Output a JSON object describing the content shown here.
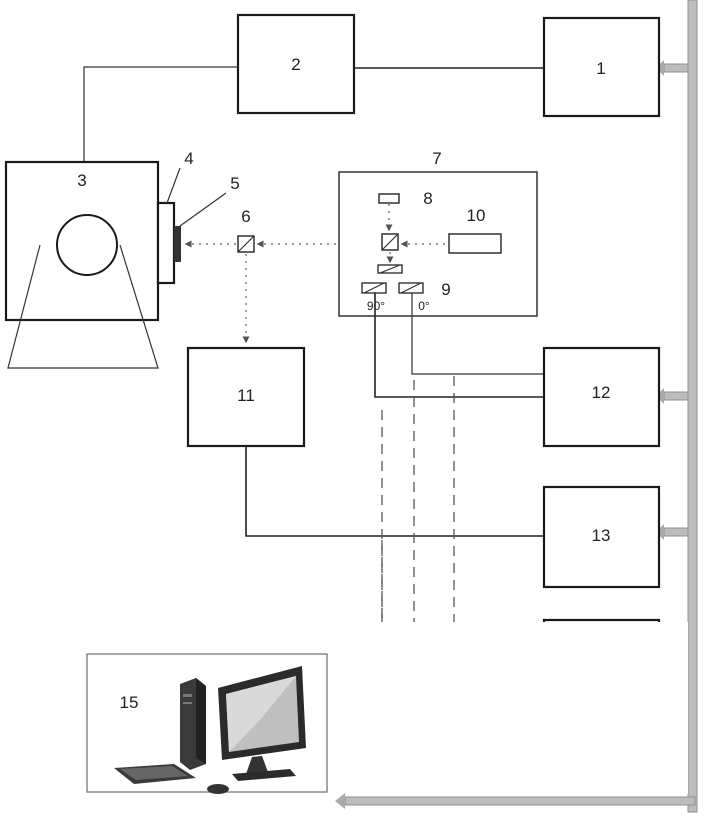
{
  "diagram": {
    "blocks": [
      {
        "id": "b1",
        "label": "1"
      },
      {
        "id": "b2",
        "label": "2"
      },
      {
        "id": "b3",
        "label": "3"
      },
      {
        "id": "b4",
        "label": "4"
      },
      {
        "id": "b5",
        "label": "5"
      },
      {
        "id": "b6",
        "label": "6"
      },
      {
        "id": "b7",
        "label": "7"
      },
      {
        "id": "b8",
        "label": "8"
      },
      {
        "id": "b9",
        "label": "9"
      },
      {
        "id": "b10",
        "label": "10"
      },
      {
        "id": "b11",
        "label": "11"
      },
      {
        "id": "b12",
        "label": "12"
      },
      {
        "id": "b13",
        "label": "13"
      },
      {
        "id": "b15",
        "label": "15"
      }
    ],
    "angles": {
      "a90": "90°",
      "a0": "0°"
    },
    "colors": {
      "line": "#222222",
      "bus": "#bdbdbd",
      "beam": "#777777"
    }
  }
}
